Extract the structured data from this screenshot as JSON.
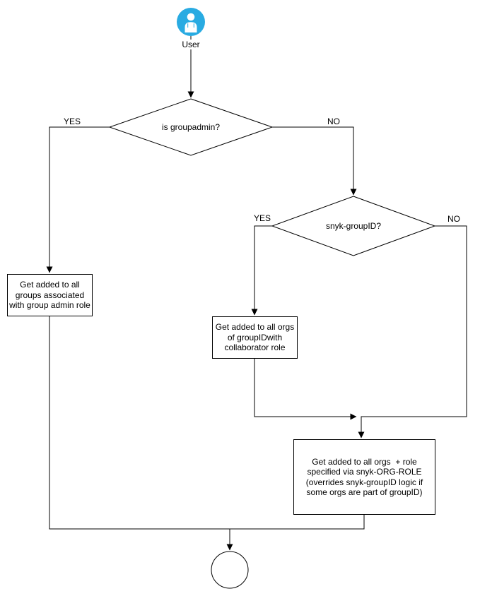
{
  "diagram": {
    "user": {
      "label": "User"
    },
    "decision_is_groupadmin": {
      "label": "is groupadmin?"
    },
    "decision_snyk_groupid": {
      "label": "snyk-groupID?"
    },
    "process_group_admin": {
      "label": "Get added to all\ngroups associated\nwith group admin role"
    },
    "process_collaborator": {
      "label": "Get added to all orgs\nof groupIDwith\ncollaborator role"
    },
    "process_org_role": {
      "label": "Get added to all orgs  + role\nspecified via snyk-ORG-ROLE\n(overrides snyk-groupID logic if\nsome orgs are part of groupID)"
    },
    "edge_labels": {
      "groupadmin_yes": "YES",
      "groupadmin_no": "NO",
      "groupid_yes": "YES",
      "groupid_no": "NO"
    },
    "colors": {
      "user_icon": "#29abe2",
      "stroke": "#000000",
      "node_fill": "#ffffff"
    }
  }
}
